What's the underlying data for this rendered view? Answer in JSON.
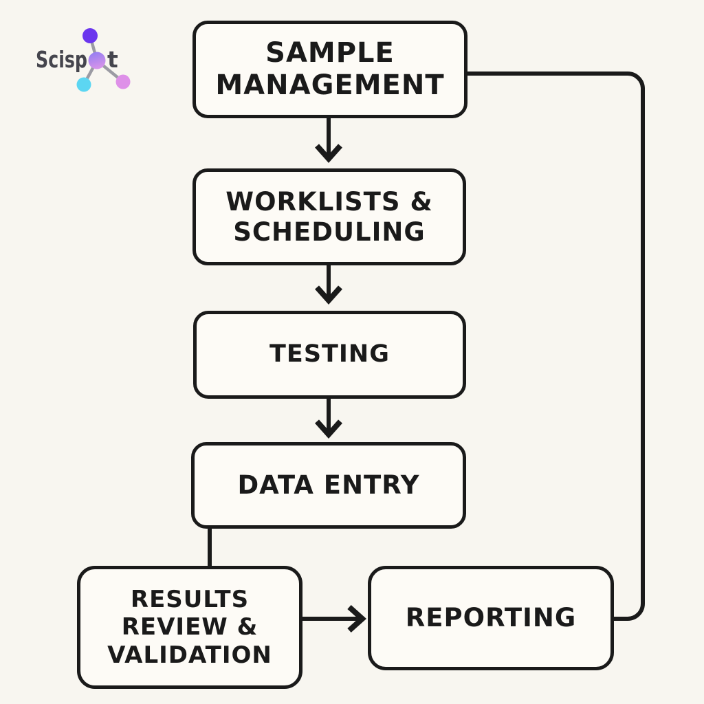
{
  "theme": {
    "background": "#f8f6f0",
    "box_fill": "#fdfbf6",
    "stroke": "#1a1a1a",
    "text": "#1a1a1a",
    "logo_text": "#45454d",
    "logo_violet": "#6b36ee",
    "logo_cyan": "#5cd6f2",
    "logo_pink": "#de90e8",
    "logo_bond": "#9b9ba3",
    "logo_grad_top": "#8f7cf2",
    "logo_grad_bottom": "#d492ea"
  },
  "logo": {
    "brand": "Scispot",
    "text_before_node": "Scisp",
    "text_after_node": "t"
  },
  "flowchart": {
    "nodes": [
      {
        "id": "sample-management",
        "label": "SAMPLE MANAGEMENT"
      },
      {
        "id": "worklists-scheduling",
        "label": "WORKLISTS & SCHEDULING"
      },
      {
        "id": "testing",
        "label": "TESTING"
      },
      {
        "id": "data-entry",
        "label": "DATA ENTRY"
      },
      {
        "id": "results-review-validation",
        "label": "RESULTS REVIEW & VALIDATION"
      },
      {
        "id": "reporting",
        "label": "REPORTING"
      }
    ],
    "edges": [
      {
        "from": "sample-management",
        "to": "worklists-scheduling",
        "style": "arrow-down"
      },
      {
        "from": "worklists-scheduling",
        "to": "testing",
        "style": "arrow-down"
      },
      {
        "from": "testing",
        "to": "data-entry",
        "style": "arrow-down"
      },
      {
        "from": "data-entry",
        "to": "results-review-validation",
        "style": "plain-line"
      },
      {
        "from": "results-review-validation",
        "to": "reporting",
        "style": "arrow-right"
      },
      {
        "from": "sample-management",
        "to": "reporting",
        "style": "plain-line-right-loop"
      }
    ]
  }
}
